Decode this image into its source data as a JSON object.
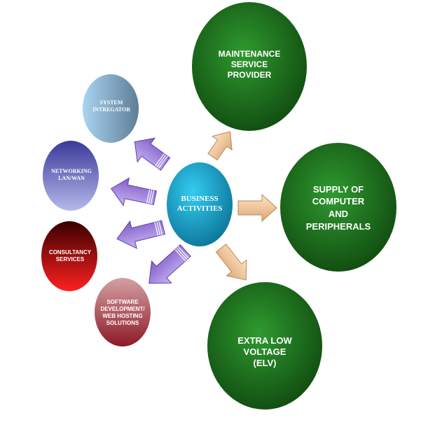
{
  "colors": {
    "center_light": "#33ccf2",
    "center_dark": "#0a6e92",
    "green_light": "#2f9a2f",
    "green_dark": "#0b3d0b",
    "purple_arrow": "#a88be0",
    "purple_arrow_dark": "#5f3fa8",
    "tan_arrow": "#f5cfa3",
    "tan_arrow_dark": "#b7875a"
  },
  "center": {
    "label": "BUSINESS\nACTIVITIES",
    "icon": "none"
  },
  "right_nodes": [
    {
      "id": "maintenance",
      "label": "MAINTENANCE\nSERVICE\nPROVIDER"
    },
    {
      "id": "supply",
      "label": "SUPPLY OF\nCOMPUTER\nAND\nPERIPHERALS"
    },
    {
      "id": "elv",
      "label": "EXTRA LOW\nVOLTAGE\n(ELV)"
    }
  ],
  "left_nodes": [
    {
      "id": "system-integrator",
      "label": "SYSTEM\nINTREGATOR",
      "color_light": "#a9d4f2",
      "color_dark": "#5f7d96"
    },
    {
      "id": "networking",
      "label": "NETWORKING\nLAN/WAN",
      "color_light": "#b5b8ea",
      "color_dark": "#3a3a9a"
    },
    {
      "id": "consultancy",
      "label": "CONSULTANCY\nSERVICES",
      "color_light": "#ff2020",
      "color_dark": "#3a0000"
    },
    {
      "id": "software",
      "label": "SOFTWARE\nDEVELOPMENT/\nWEB HOSTING\nSOLUTIONS",
      "color_light": "#d4a0a4",
      "color_dark": "#8c1a26"
    }
  ]
}
